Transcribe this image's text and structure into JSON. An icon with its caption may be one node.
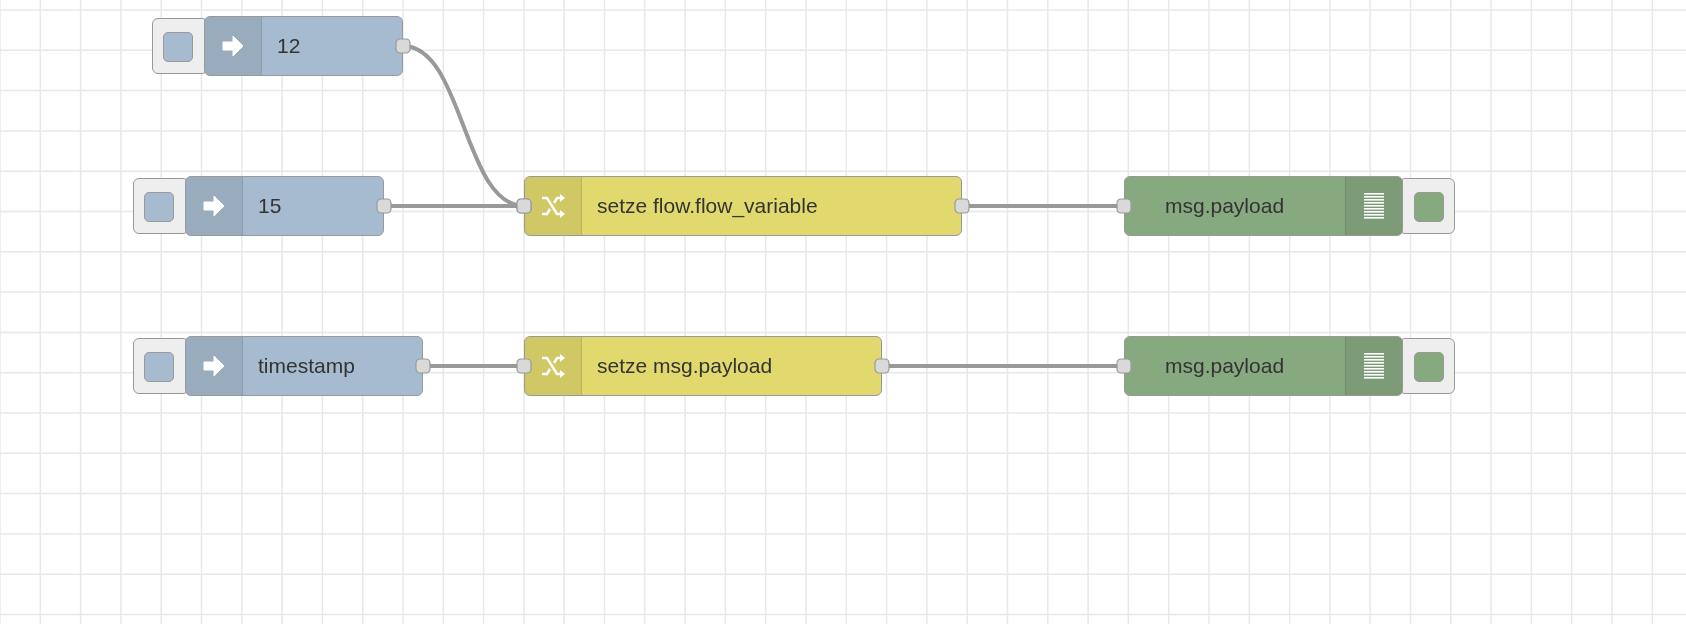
{
  "diagram": {
    "nodes": [
      {
        "text": [
          "12"
        ]
      },
      {
        "text": [
          "15"
        ]
      },
      {
        "text": [
          "setze flow.flow_variable"
        ]
      },
      {
        "text": [
          "msg.payload"
        ]
      },
      {
        "text": [
          "timestamp"
        ]
      },
      {
        "text": [
          "setze msg.payload"
        ]
      },
      {
        "text": [
          "msg.payload"
        ]
      }
    ],
    "edges": [
      {
        "from": 0,
        "to": 2,
        "arrow": "other"
      },
      {
        "from": 1,
        "to": 2,
        "arrow": "other"
      },
      {
        "from": 2,
        "to": 3,
        "arrow": "other"
      },
      {
        "from": 4,
        "to": 5,
        "arrow": "other"
      },
      {
        "from": 5,
        "to": 6,
        "arrow": "other"
      }
    ]
  }
}
